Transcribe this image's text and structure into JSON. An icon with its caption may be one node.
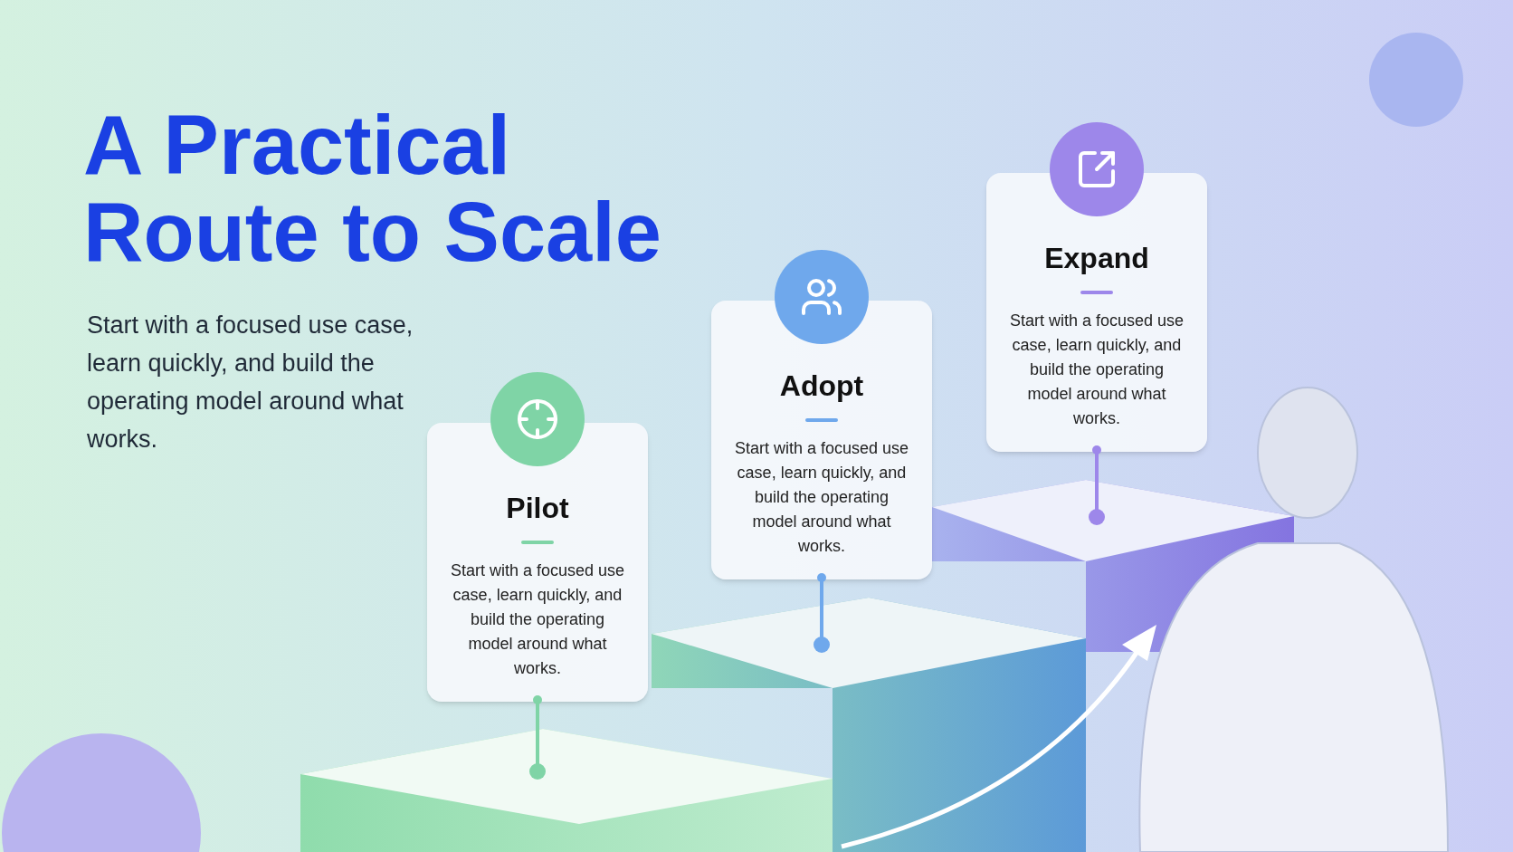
{
  "diagram": {
    "title": "A Practical Route to Scale",
    "nodes": [
      {
        "text": [
          "Pilot",
          "Start with a focused use case, learn quickly, and build the operating model around what works."
        ]
      },
      {
        "text": [
          "Adopt",
          "Start with a focused use case, learn quickly, and build the operating model around what works."
        ]
      },
      {
        "text": [
          "Expand",
          "Start with a focused use case, learn quickly, and build the operating model around what works."
        ]
      }
    ],
    "edges": [],
    "labels": [
      "Start with a focused use case, learn quickly, and build the operating model around what works."
    ]
  }
}
